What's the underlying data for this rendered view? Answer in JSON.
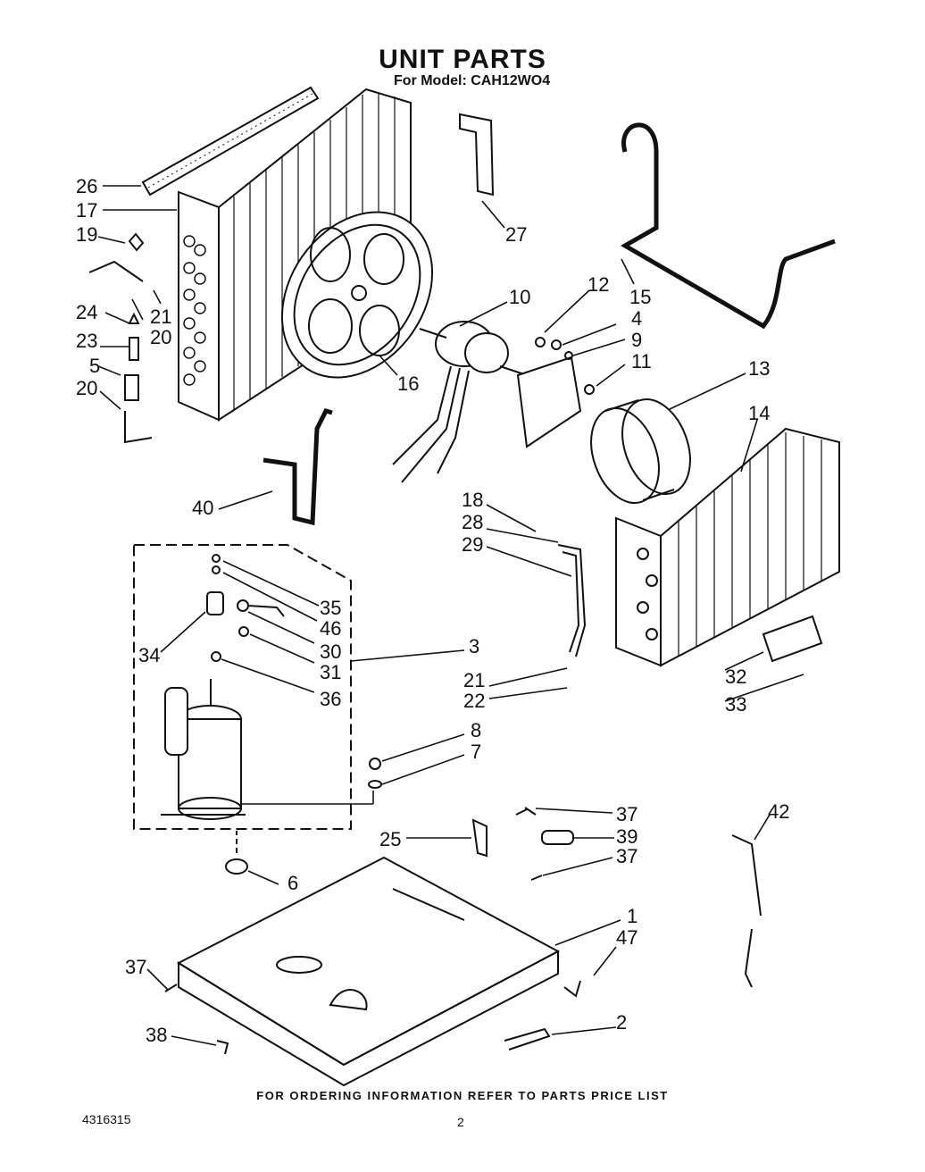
{
  "header": {
    "title": "UNIT PARTS",
    "subtitle": "For Model: CAH12WO4"
  },
  "footer": {
    "ordering_note": "FOR ORDERING INFORMATION REFER TO PARTS PRICE LIST",
    "doc_number": "4316315",
    "page_number": "2"
  },
  "callouts": [
    "26",
    "17",
    "19",
    "24",
    "23",
    "5",
    "20",
    "21",
    "20",
    "27",
    "10",
    "12",
    "4",
    "9",
    "11",
    "15",
    "16",
    "13",
    "14",
    "40",
    "18",
    "28",
    "29",
    "35",
    "46",
    "34",
    "30",
    "31",
    "36",
    "3",
    "21",
    "22",
    "32",
    "33",
    "8",
    "7",
    "37",
    "25",
    "39",
    "37",
    "42",
    "6",
    "1",
    "47",
    "37",
    "38",
    "2"
  ]
}
